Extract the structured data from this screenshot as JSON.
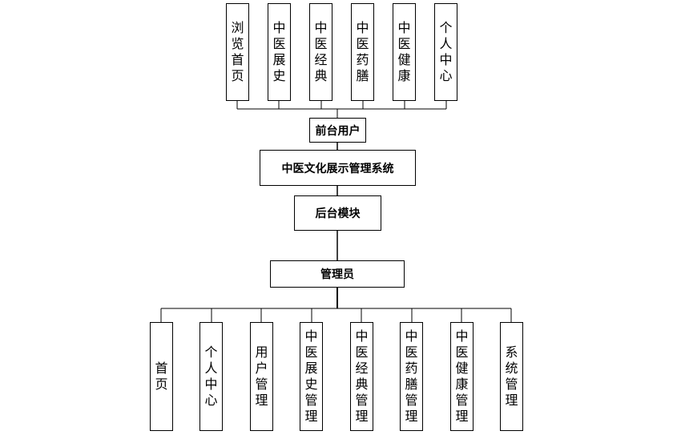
{
  "diagram": {
    "top_modules": [
      "浏览首页",
      "中医展史",
      "中医经典",
      "中医药膳",
      "中医健康",
      "个人中心"
    ],
    "front_user": "前台用户",
    "system": "中医文化展示管理系统",
    "backend": "后台模块",
    "admin": "管理员",
    "bottom_modules": [
      "首页",
      "个人中心",
      "用户管理",
      "中医展史管理",
      "中医经典管理",
      "中医药膳管理",
      "中医健康管理",
      "系统管理"
    ]
  }
}
